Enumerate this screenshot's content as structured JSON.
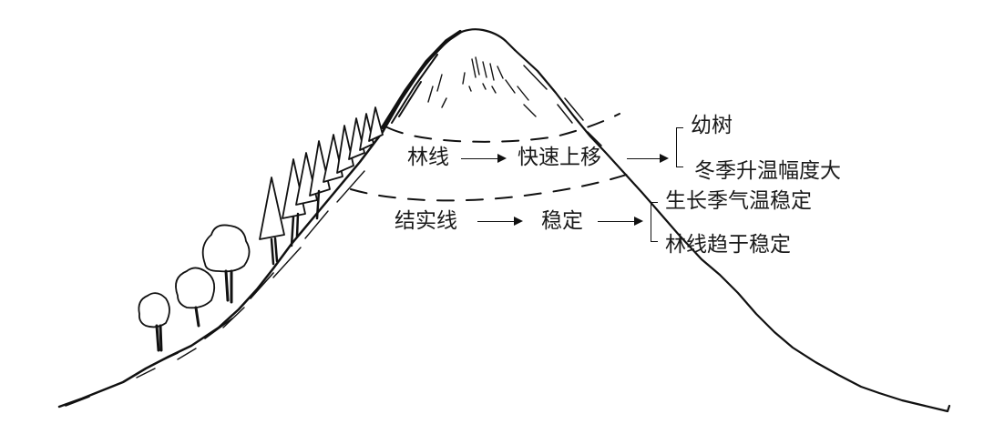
{
  "diagram": {
    "title": "",
    "subject": "mountain with forest belt, tree line and seed-bearing line",
    "colors": {
      "ink": "#111111",
      "text": "#1a1a1a",
      "background": "#ffffff"
    },
    "treeline_row": {
      "start": "林线",
      "middle": "快速上移",
      "causes": [
        "幼树",
        "冬季升温幅度大"
      ]
    },
    "fruiting_row": {
      "start": "结实线",
      "middle": "稳定",
      "causes": [
        "生长季气温稳定",
        "林线趋于稳定"
      ]
    },
    "icons": [
      "mountain-outline",
      "conifer-tree",
      "broadleaf-tree",
      "dashed-treeline",
      "dashed-fruiting-line",
      "arrow-right",
      "bracket"
    ]
  }
}
